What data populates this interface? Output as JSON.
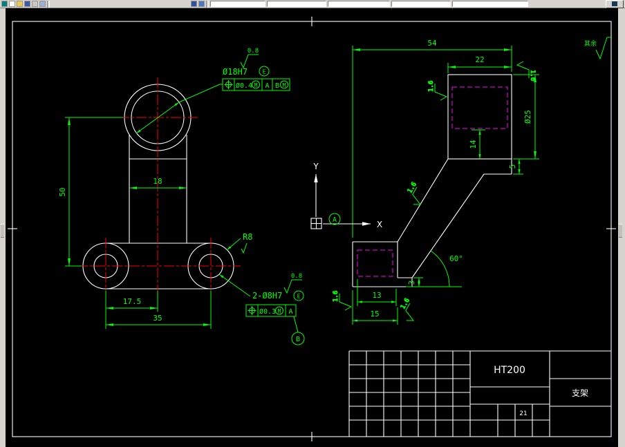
{
  "toolbar": {
    "icons": [
      "app-icon",
      "new-icon",
      "open-icon",
      "save-icon",
      "print-icon",
      "undo-icon",
      "zoom-icon",
      "pan-icon",
      "standard-button-icon"
    ]
  },
  "drawing": {
    "front_view": {
      "hole_label": "Ø18H7",
      "hole_envelope": "E",
      "finish_top": "0.8",
      "fcf_top": {
        "tolerance": "Ø0.4",
        "modifier": "M",
        "datum1": "A",
        "datum2": "B",
        "datum2_modifier": "M"
      },
      "dim_column_width": "18",
      "dim_height": "50",
      "dim_offset": "17.5",
      "dim_span": "35",
      "radius_label": "R8",
      "holes_label": "2-Ø8H7",
      "holes_envelope": "E",
      "finish_bottom": "0.8",
      "fcf_bottom": {
        "tolerance": "Ø0.3",
        "modifier": "M",
        "datum1": "A"
      },
      "datum_b": "B"
    },
    "side_view": {
      "dim_total_width": "54",
      "dim_boss_width": "22",
      "dim_boss_dia": "Ø25",
      "dim_bore_depth": "14",
      "dim_step": "5",
      "dim_angle": "60°",
      "dim_pad": "3",
      "dim_base_inner": "13",
      "dim_base_width": "15",
      "finish": "1.6"
    },
    "ucs": {
      "axis_x": "X",
      "axis_y": "Y",
      "datum_a": "A"
    },
    "corner_note": "其余",
    "title_block": {
      "material": "HT200",
      "part_name": "支架",
      "sheet_no": "21"
    }
  }
}
